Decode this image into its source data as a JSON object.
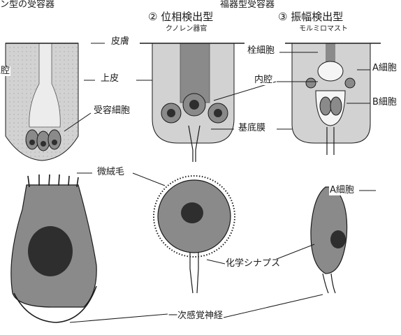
{
  "headers": {
    "left_partial": "ン型の受容器",
    "right_partial": "福器型受容器",
    "phase": "② 位相検出型",
    "phase_sub": "クノレン器官",
    "amplitude": "③ 振幅検出型",
    "amplitude_sub": "モルミロマスト"
  },
  "labels": {
    "skin": "皮膚",
    "plug_cell": "栓細胞",
    "a_cell": "A細胞",
    "left_edge": "腔",
    "epithelium": "上皮",
    "lumen": "内腔",
    "receptor_cell": "受容細胞",
    "b_cell": "B細胞",
    "basement_membrane": "基底膜",
    "microvilli": "微絨毛",
    "a_cell_lower": "A細胞",
    "chemical_synapse": "化学シナプス",
    "primary_sensory_nerve": "一次感覚神経"
  },
  "colors": {
    "tissue": "#d2d2d2",
    "cell": "#8a8a8a",
    "nucleus": "#2e2e2e",
    "line": "#1a1a1a"
  }
}
